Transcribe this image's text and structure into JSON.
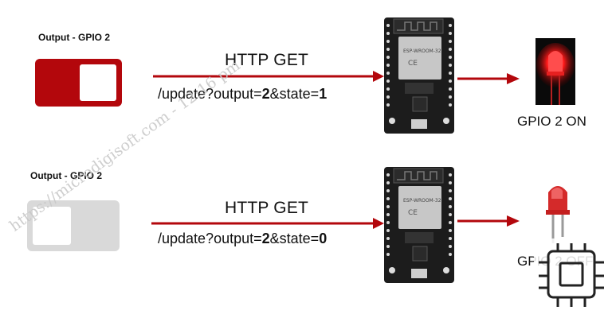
{
  "rows": [
    {
      "title": "Output - GPIO 2",
      "toggle_state": "on",
      "request": "HTTP GET",
      "url": {
        "prefix": "/update?output=",
        "output": "2",
        "mid": "&state=",
        "state": "1"
      },
      "result": "GPIO 2 ON"
    },
    {
      "title": "Output - GPIO 2",
      "toggle_state": "off",
      "request": "HTTP GET",
      "url": {
        "prefix": "/update?output=",
        "output": "2",
        "mid": "&state=",
        "state": "0"
      },
      "result": "GPIO 2 OFF"
    }
  ],
  "watermark": "https://microdigisoft.com - 12:16 pm",
  "colors": {
    "arrow": "#b3070c",
    "toggle_on": "#b3070c",
    "toggle_off": "#d9d9d9",
    "led_on": "#ff1a1a",
    "led_off": "#cc1f1f",
    "board": "#1c1c1c"
  }
}
